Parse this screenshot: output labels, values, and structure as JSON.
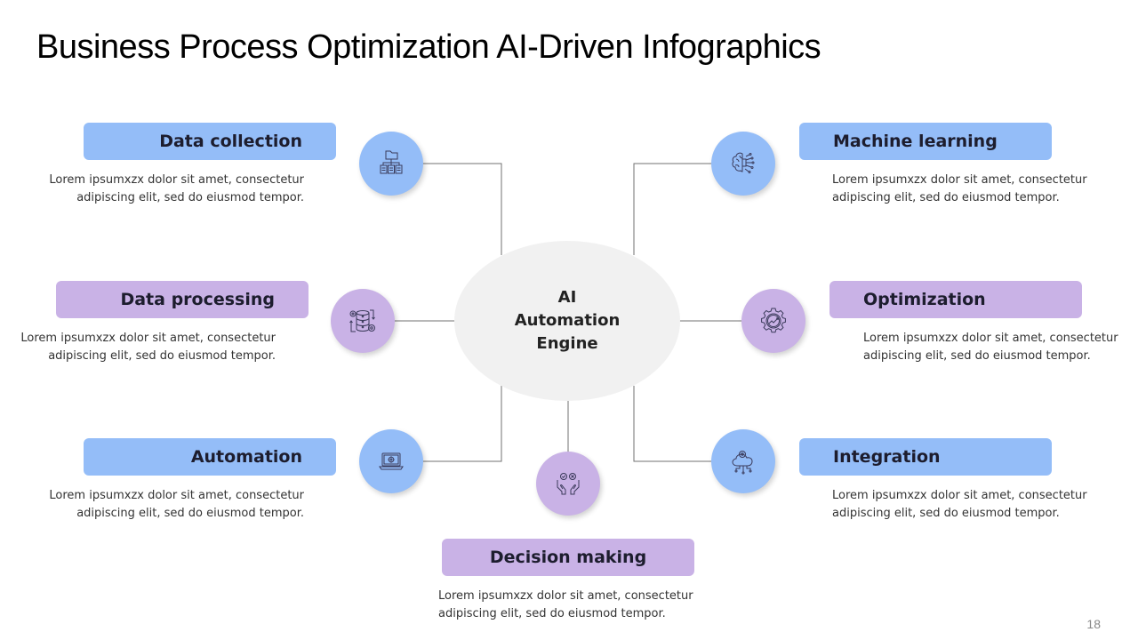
{
  "title": "Business Process Optimization AI-Driven Infographics",
  "center": {
    "lines": [
      "AI",
      "Automation",
      "Engine"
    ]
  },
  "items": [
    {
      "label": "Data collection",
      "icon": "folder-hierarchy-icon",
      "color": "blue",
      "desc": [
        "Lorem ipsumxzx dolor sit amet, consectetur",
        "adipiscing elit, sed do eiusmod tempor."
      ]
    },
    {
      "label": "Data processing",
      "icon": "database-gears-icon",
      "color": "purple",
      "desc": [
        "Lorem ipsumxzx dolor sit amet, consectetur",
        "adipiscing elit, sed do eiusmod tempor."
      ]
    },
    {
      "label": "Automation",
      "icon": "laptop-gear-icon",
      "color": "blue",
      "desc": [
        "Lorem ipsumxzx dolor sit amet, consectetur",
        "adipiscing elit, sed do eiusmod tempor."
      ]
    },
    {
      "label": "Machine learning",
      "icon": "brain-circuit-icon",
      "color": "blue",
      "desc": [
        "Lorem ipsumxzx dolor sit amet, consectetur",
        "adipiscing elit, sed do eiusmod tempor."
      ]
    },
    {
      "label": "Optimization",
      "icon": "gear-growth-chart-icon",
      "color": "purple",
      "desc": [
        "Lorem ipsumxzx dolor sit amet, consectetur",
        "adipiscing elit, sed do eiusmod tempor."
      ]
    },
    {
      "label": "Integration",
      "icon": "cloud-gear-network-icon",
      "color": "blue",
      "desc": [
        "Lorem ipsumxzx dolor sit amet, consectetur",
        "adipiscing elit, sed do eiusmod tempor."
      ]
    },
    {
      "label": "Decision making",
      "icon": "hands-check-cross-icon",
      "color": "purple",
      "desc": [
        "Lorem ipsumxzx dolor sit amet, consectetur",
        "adipiscing elit, sed do eiusmod tempor."
      ]
    }
  ],
  "colors": {
    "blue": "#94bdf8",
    "purple": "#c9b2e6",
    "center": "#f1f1f1",
    "connector": "#707070",
    "icon_stroke": "#3a3a5a"
  },
  "page_number": "18"
}
